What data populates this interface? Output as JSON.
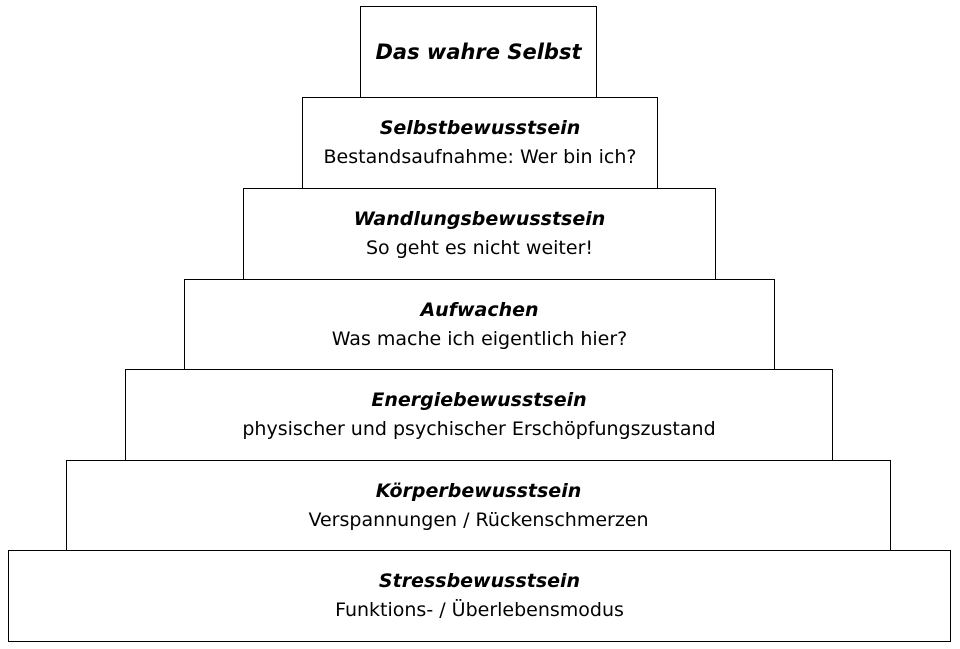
{
  "pyramid": {
    "levels": [
      {
        "title": "Das wahre Selbst",
        "subtitle": ""
      },
      {
        "title": "Selbstbewusstsein",
        "subtitle": "Bestandsaufnahme: Wer bin ich?"
      },
      {
        "title": "Wandlungsbewusstsein",
        "subtitle": "So geht es nicht weiter!"
      },
      {
        "title": "Aufwachen",
        "subtitle": "Was mache ich eigentlich hier?"
      },
      {
        "title": "Energiebewusstsein",
        "subtitle": "physischer und psychischer Erschöpfungszustand"
      },
      {
        "title": "Körperbewusstsein",
        "subtitle": "Verspannungen / Rückenschmerzen"
      },
      {
        "title": "Stressbewusstsein",
        "subtitle": "Funktions- / Überlebensmodus"
      }
    ]
  }
}
